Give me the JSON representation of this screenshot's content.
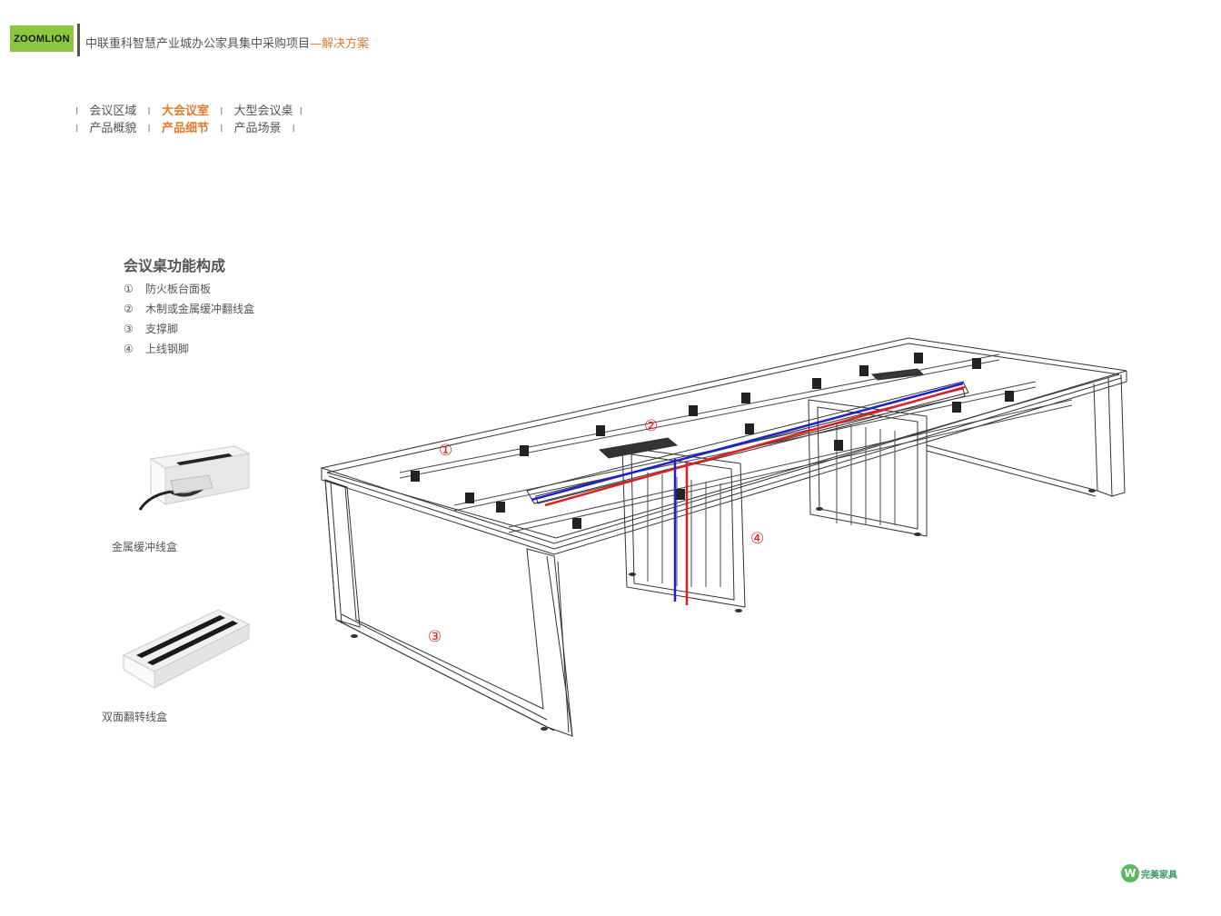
{
  "header": {
    "logo": "ZOOMLION",
    "title": "中联重科智慧产业城办公家具集中采购项目",
    "title_accent": "—解决方案"
  },
  "nav": {
    "row1": [
      {
        "label": "会议区域",
        "active": false
      },
      {
        "label": "大会议室",
        "active": true
      },
      {
        "label": "大型会议桌",
        "active": false
      }
    ],
    "row2": [
      {
        "label": "产品概貌",
        "active": false
      },
      {
        "label": "产品细节",
        "active": true
      },
      {
        "label": "产品场景",
        "active": false
      }
    ],
    "separator": "I"
  },
  "section": {
    "title": "会议桌功能构成",
    "items": [
      {
        "num": "①",
        "label": "防火板台面板"
      },
      {
        "num": "②",
        "label": "木制或金属缓冲翻线盒"
      },
      {
        "num": "③",
        "label": "支撑脚"
      },
      {
        "num": "④",
        "label": "上线钢脚"
      }
    ]
  },
  "products": [
    {
      "caption": "金属缓冲线盒"
    },
    {
      "caption": "双面翻转线盒"
    }
  ],
  "callouts": [
    "①",
    "②",
    "③",
    "④"
  ],
  "brand": {
    "mark": "W",
    "text": "完美家具"
  },
  "colors": {
    "accent": "#e07b2c",
    "logo_bg": "#8cc63f",
    "cable_red": "#e02020",
    "cable_blue": "#2020d0"
  }
}
